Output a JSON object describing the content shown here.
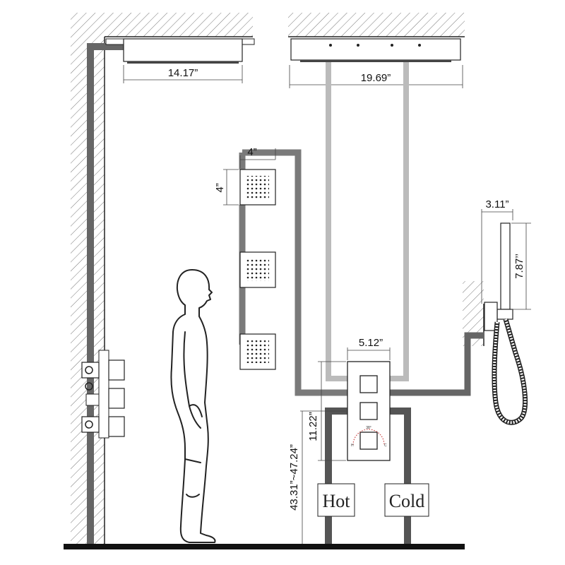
{
  "dimensions": {
    "overhead_small_width": "14.17”",
    "overhead_large_width": "19.69”",
    "body_jet_width": "4”",
    "body_jet_height": "4”",
    "valve_width": "5.12”",
    "valve_height": "11.22”",
    "valve_mount_height": "43.31”~47.24”",
    "hand_shower_width": "3.11”",
    "hand_shower_length": "7.87’’"
  },
  "labels": {
    "hot": "Hot",
    "cold": "Cold"
  },
  "valve_markings": {
    "temp": "38°",
    "hot_mark": "H",
    "cold_mark": "C"
  },
  "colors": {
    "line": "#222222",
    "pipe_dark": "#555555",
    "pipe_mid": "#7a7a7a",
    "pipe_light": "#b8b8b8",
    "floor": "#111111"
  }
}
